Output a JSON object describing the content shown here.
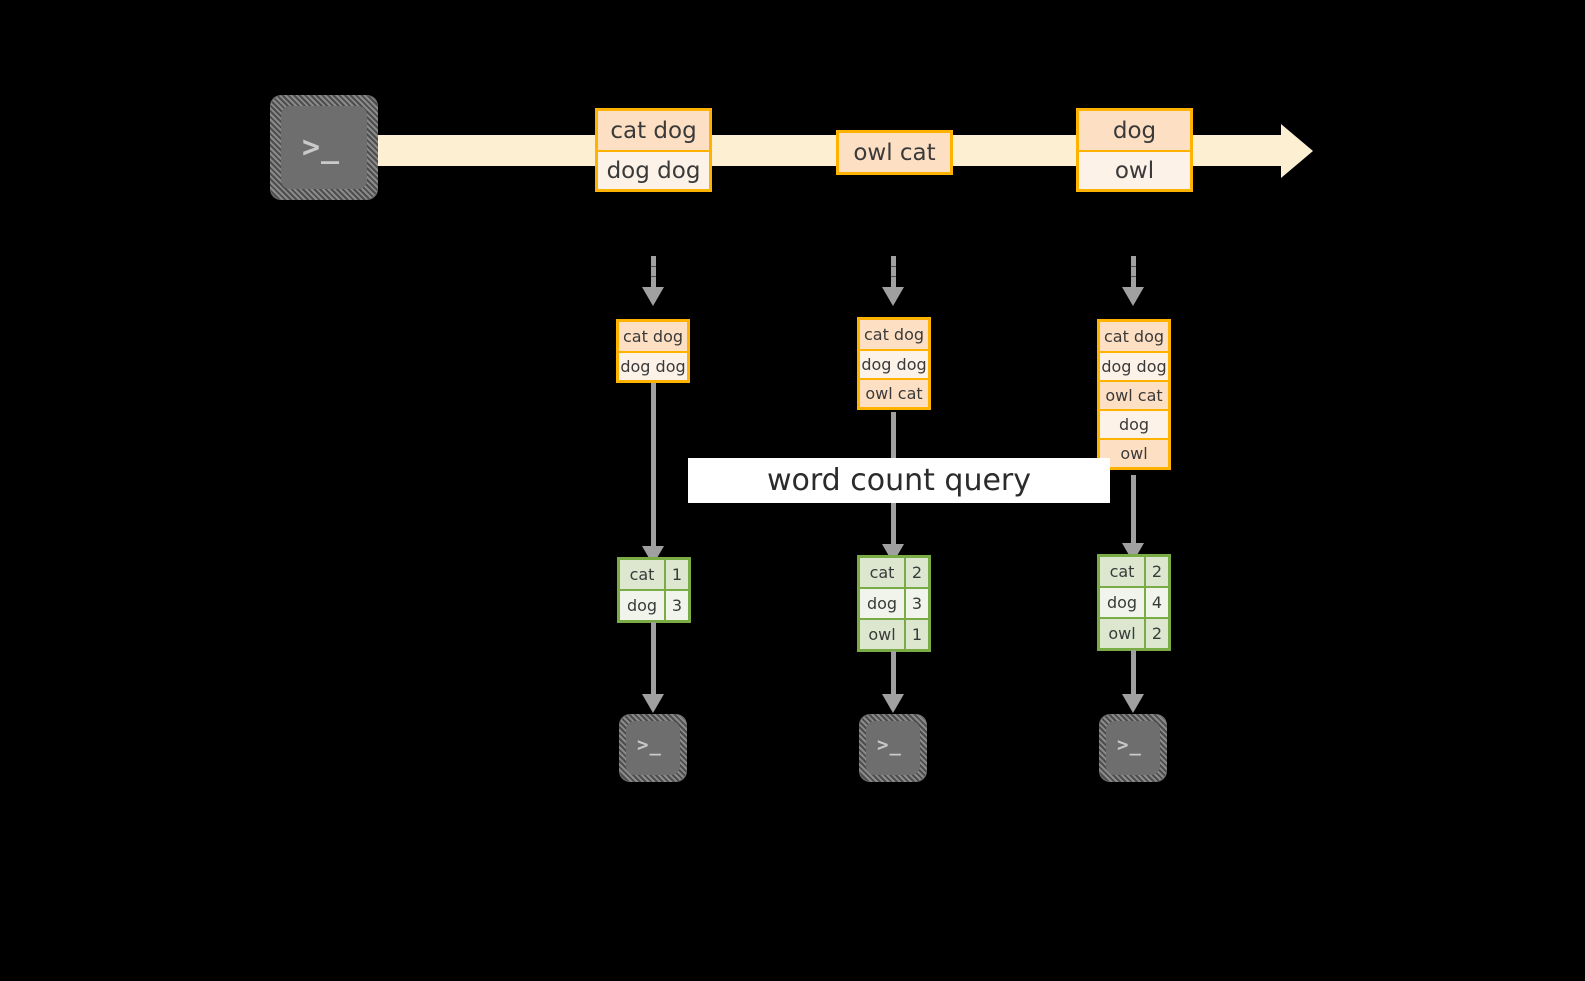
{
  "diagram": {
    "stream": {
      "source_icon": "terminal-icon",
      "source_glyph": ">_",
      "records": [
        {
          "lines": [
            "cat dog",
            "dog dog"
          ]
        },
        {
          "lines": [
            "owl cat"
          ]
        },
        {
          "lines": [
            "dog",
            "owl"
          ]
        }
      ]
    },
    "query_label": "word count query",
    "columns": [
      {
        "state": {
          "lines": [
            "cat dog",
            "dog dog"
          ]
        },
        "result": {
          "rows": [
            {
              "word": "cat",
              "count": "1"
            },
            {
              "word": "dog",
              "count": "3"
            }
          ]
        },
        "sink_icon": "terminal-icon",
        "sink_glyph": ">_"
      },
      {
        "state": {
          "lines": [
            "cat dog",
            "dog dog",
            "owl cat"
          ]
        },
        "result": {
          "rows": [
            {
              "word": "cat",
              "count": "2"
            },
            {
              "word": "dog",
              "count": "3"
            },
            {
              "word": "owl",
              "count": "1"
            }
          ]
        },
        "sink_icon": "terminal-icon",
        "sink_glyph": ">_"
      },
      {
        "state": {
          "lines": [
            "cat dog",
            "dog dog",
            "owl cat",
            "dog",
            "owl"
          ]
        },
        "result": {
          "rows": [
            {
              "word": "cat",
              "count": "2"
            },
            {
              "word": "dog",
              "count": "4"
            },
            {
              "word": "owl",
              "count": "2"
            }
          ]
        },
        "sink_icon": "terminal-icon",
        "sink_glyph": ">_"
      }
    ],
    "colors": {
      "background": "#000000",
      "stream_band": "#fdf0d2",
      "record_border": "#ffb300",
      "record_fill_dark": "#fde0c4",
      "record_fill_light": "#fdf2e7",
      "result_border": "#7aac46",
      "result_fill_dark": "#dde7d0",
      "result_fill_light": "#f0f4ea",
      "connector": "#a0a0a0",
      "query_strip": "#ffffff",
      "terminal_face": "#6e6e6e"
    }
  }
}
